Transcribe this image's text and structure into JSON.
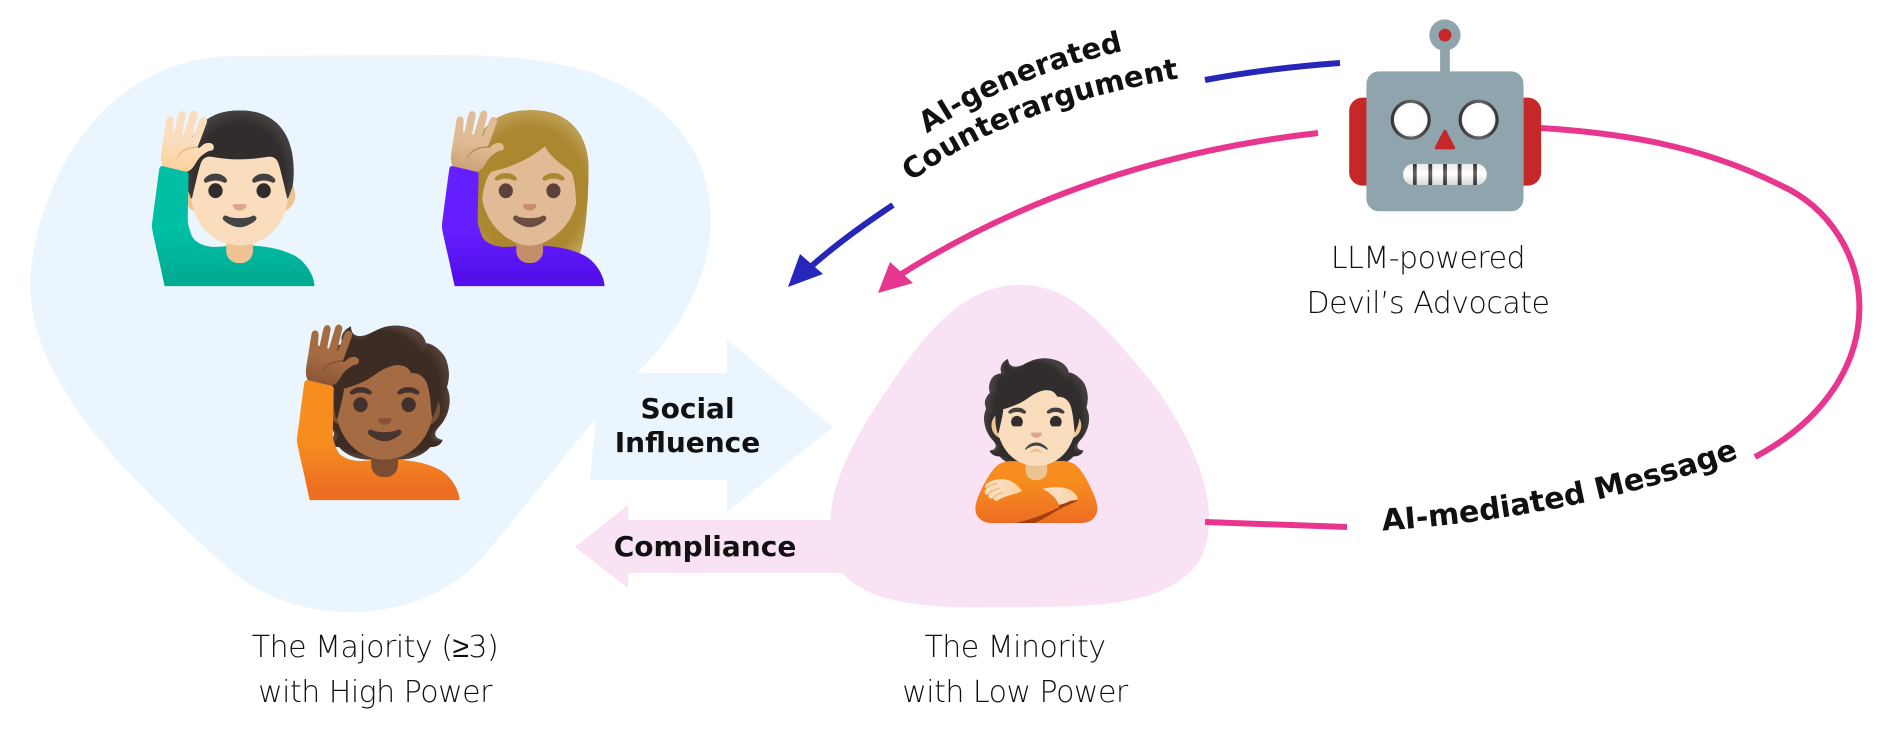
{
  "colors": {
    "majority_fill": "#eaf5fd",
    "minority_fill": "#f9e2f3",
    "counterargument_line": "#2626b8",
    "message_line": "#e8368f",
    "text": "#111111"
  },
  "majority": {
    "label_line1": "The Majority (≥3)",
    "label_line2": "with High Power",
    "members": [
      {
        "name": "man-raising-hand",
        "glyph": "🙋🏻‍♂️"
      },
      {
        "name": "woman-raising-hand",
        "glyph": "🙋🏼‍♀️"
      },
      {
        "name": "person-raising-hand",
        "glyph": "🙋🏾"
      }
    ]
  },
  "minority": {
    "label_line1": "The Minority",
    "label_line2": "with Low Power",
    "member": {
      "name": "person-pouting",
      "glyph": "🙎🏻"
    }
  },
  "devils_advocate": {
    "label_line1": "LLM-powered",
    "label_line2": "Devil’s Advocate",
    "icon": {
      "name": "robot",
      "glyph": "🤖"
    }
  },
  "flows": {
    "social_influence_line1": "Social",
    "social_influence_line2": "Influence",
    "compliance": "Compliance",
    "counterargument_line1": "AI-generated",
    "counterargument_line2": "Counterargument",
    "message": "AI-mediated Message"
  }
}
